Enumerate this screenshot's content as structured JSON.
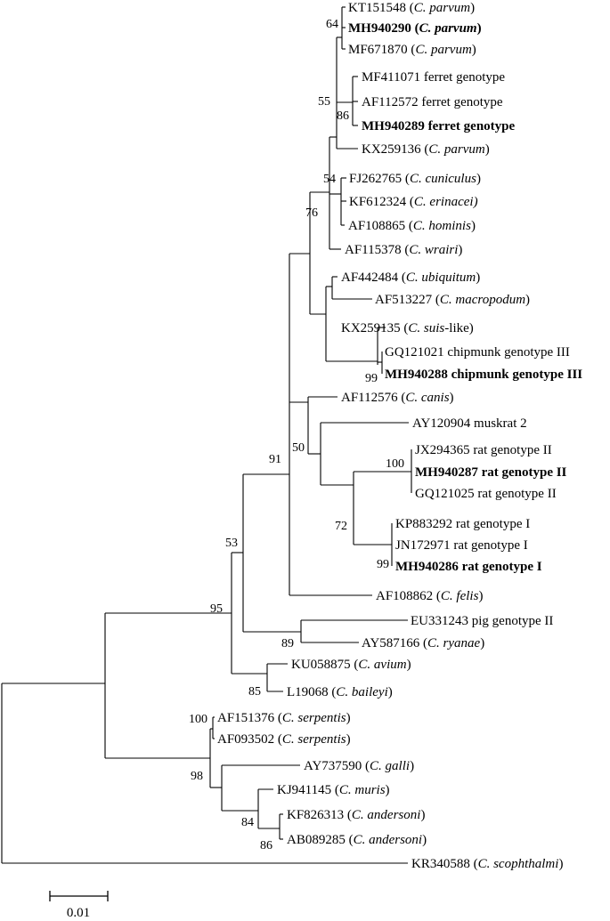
{
  "tree": {
    "taxa": {
      "KT151548": {
        "pre": "KT151548 (",
        "italic": "C. parvum",
        "post": ")",
        "bold": false
      },
      "MH940290": {
        "pre": "MH940290 (",
        "italic": "C. parvum",
        "post": ")",
        "bold": true
      },
      "MF671870": {
        "pre": "MF671870 (",
        "italic": "C. parvum",
        "post": ")",
        "bold": false
      },
      "MF411071": {
        "pre": "MF411071 ferret genotype",
        "italic": "",
        "post": "",
        "bold": false
      },
      "AF112572": {
        "pre": "AF112572 ferret genotype",
        "italic": "",
        "post": "",
        "bold": false
      },
      "MH940289": {
        "pre": "MH940289 ferret genotype",
        "italic": "",
        "post": "",
        "bold": true
      },
      "KX259136": {
        "pre": "KX259136 (",
        "italic": "C. parvum",
        "post": ")",
        "bold": false
      },
      "FJ262765": {
        "pre": "FJ262765 (",
        "italic": "C. cuniculus",
        "post": ")",
        "bold": false
      },
      "KF612324": {
        "pre": "KF612324 (",
        "italic": "C. erinacei)",
        "post": "",
        "bold": false
      },
      "AF108865": {
        "pre": "AF108865 (",
        "italic": "C. hominis",
        "post": ")",
        "bold": false
      },
      "AF115378": {
        "pre": "AF115378 (",
        "italic": "C. wrairi",
        "post": ")",
        "bold": false
      },
      "AF442484": {
        "pre": "AF442484 (",
        "italic": "C. ubiquitum",
        "post": ")",
        "bold": false
      },
      "AF513227": {
        "pre": "AF513227 (",
        "italic": "C. macropodum",
        "post": ")",
        "bold": false
      },
      "KX259135": {
        "pre": "KX259135 (",
        "italic": "C. suis",
        "post": "-like)",
        "bold": false
      },
      "GQ121021": {
        "pre": "GQ121021 chipmunk genotype III",
        "italic": "",
        "post": "",
        "bold": false
      },
      "MH940288": {
        "pre": "MH940288 chipmunk genotype III",
        "italic": "",
        "post": "",
        "bold": true
      },
      "AF112576": {
        "pre": "AF112576 (",
        "italic": "C. canis",
        "post": ")",
        "bold": false
      },
      "AY120904": {
        "pre": "AY120904 muskrat 2",
        "italic": "",
        "post": "",
        "bold": false
      },
      "JX294365": {
        "pre": "JX294365 rat genotype II",
        "italic": "",
        "post": "",
        "bold": false
      },
      "MH940287": {
        "pre": "MH940287 rat genotype II",
        "italic": "",
        "post": "",
        "bold": true
      },
      "GQ121025": {
        "pre": "GQ121025 rat genotype II",
        "italic": "",
        "post": "",
        "bold": false
      },
      "KP883292": {
        "pre": "KP883292 rat genotype I",
        "italic": "",
        "post": "",
        "bold": false
      },
      "JN172971": {
        "pre": "JN172971 rat genotype I",
        "italic": "",
        "post": "",
        "bold": false
      },
      "MH940286": {
        "pre": "MH940286 rat genotype I",
        "italic": "",
        "post": "",
        "bold": true
      },
      "AF108862": {
        "pre": "AF108862 (",
        "italic": "C. felis",
        "post": ")",
        "bold": false
      },
      "EU331243": {
        "pre": "EU331243 pig genotype II",
        "italic": "",
        "post": "",
        "bold": false
      },
      "AY587166": {
        "pre": "AY587166 (",
        "italic": "C. ryanae",
        "post": ")",
        "bold": false
      },
      "KU058875": {
        "pre": "KU058875 (",
        "italic": "C. avium",
        "post": ")",
        "bold": false
      },
      "L19068": {
        "pre": "L19068 (",
        "italic": "C. baileyi",
        "post": ")",
        "bold": false
      },
      "AF151376": {
        "pre": "AF151376 (",
        "italic": "C. serpentis",
        "post": ")",
        "bold": false
      },
      "AF093502": {
        "pre": "AF093502 (",
        "italic": "C. serpentis",
        "post": ")",
        "bold": false
      },
      "AY737590": {
        "pre": "AY737590 (",
        "italic": "C. galli",
        "post": ")",
        "bold": false
      },
      "KJ941145": {
        "pre": "KJ941145 (",
        "italic": "C. muris",
        "post": ")",
        "bold": false
      },
      "KF826313": {
        "pre": "KF826313 (",
        "italic": "C. andersoni",
        "post": ")",
        "bold": false
      },
      "AB089285": {
        "pre": "AB089285 (",
        "italic": "C. andersoni",
        "post": ")",
        "bold": false
      },
      "KR340588": {
        "pre": "KR340588 (",
        "italic": "C. scophthalmi",
        "post": ")",
        "bold": false
      }
    },
    "bootstrap": {
      "parvum": "64",
      "parvum_ferret": "55",
      "ferret": "86",
      "cuniculus": "54",
      "hominis_group": "76",
      "chipmunk": "99",
      "rat_muskrat": "50",
      "rat2": "100",
      "rat": "72",
      "rat1": "99",
      "intestinal": "91",
      "ryanae_group": "53",
      "pig_ryanae": "89",
      "ingroup": "95",
      "avian": "85",
      "serpentis": "100",
      "gastric": "98",
      "muris_andersoni": "84",
      "andersoni": "86"
    },
    "scale_label": "0.01"
  }
}
